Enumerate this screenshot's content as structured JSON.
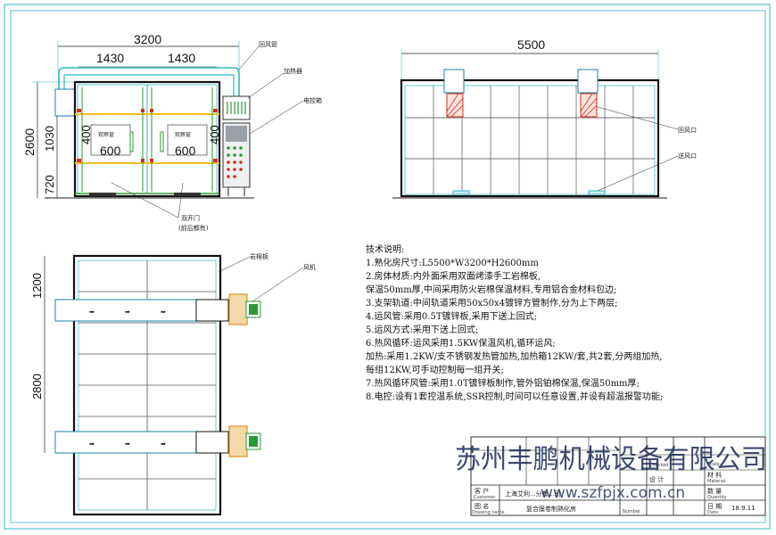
{
  "front_view": {
    "dim_overall_width": "3200",
    "dim_left_half": "1430",
    "dim_right_half": "1430",
    "dim_height_total": "2600",
    "dim_height_mid": "1030",
    "dim_height_low": "720",
    "window_height": "400",
    "window_width": "600",
    "window_label": "观察窗",
    "label_return_duct": "回风管",
    "label_heater": "加热器",
    "label_control_box": "电控箱",
    "label_double_door": "双开门",
    "label_double_door_note": "(前后都有)"
  },
  "side_view": {
    "dim_length": "5500",
    "label_return_vent": "回风口",
    "label_supply_vent": "送风口"
  },
  "plan_view": {
    "label_rockwool_panel": "岩棉板",
    "label_fan": "风机",
    "dim_top": "1200",
    "dim_middle": "2800"
  },
  "tech_notes": {
    "title": "技术说明:",
    "lines": [
      "1.熟化房尺寸:L5500*W3200*H2600mm",
      "2.房体材质:内外面采用双面烤漆手工岩棉板,",
      "保温50mm厚,中间采用防火岩棉保温材料,专用铝合金材料包边;",
      "3.支架轨道:中间轨道采用50x50x4镀锌方管制作,分为上下两层;",
      "4.运风管:采用0.5T镀锌板,采用下送上回式;",
      "5.运风方式:采用下送上回式;",
      "6.热风循环:运风采用1.5KW保温风机,循环运风;",
      "加热:采用1.2KW/支不锈钢发热管加热,加热箱12KW/套,共2套,分两组加热,",
      "每组12KW,可手动控制每一组开关;",
      "7.热风循环风管:采用1.0T镀锌板制作,管外铝铂棉保温,保温50mm厚;",
      "8.电控:设有1套控温系统,SSR控制,时间可以任意设置,并设有超温报警功能;"
    ]
  },
  "title_block": {
    "customer_label": "客 户",
    "customer_label_en": "Customer",
    "customer_value": "上海艾利...分有...司",
    "drawing_name_label": "图 名",
    "drawing_name_label_en": "Drawing name",
    "drawing_name_value": "复合膜卷制熟化房",
    "designer_label": "设 计",
    "checked_label": "Checked",
    "material_label": "材 料",
    "material_label_en": "Material",
    "scale_label": "Scale",
    "quantity_label": "数 量",
    "quantity_label_en": "Quantity",
    "number_label": "Number",
    "date_label": "日 期",
    "date_label_en": "Date",
    "date_value": "18.9.11"
  },
  "watermark": {
    "company": "苏州丰鹏机械设备有限公司",
    "url": "www.szfpjx.com.cn"
  },
  "colors": {
    "frame_cyan": "#2fb8c8",
    "rail_yellow": "#f0c020",
    "heater_green": "#2a9a3a",
    "control_gray": "#9aa0a6",
    "fan_orange": "#e09020",
    "vent_red": "#d03020"
  }
}
